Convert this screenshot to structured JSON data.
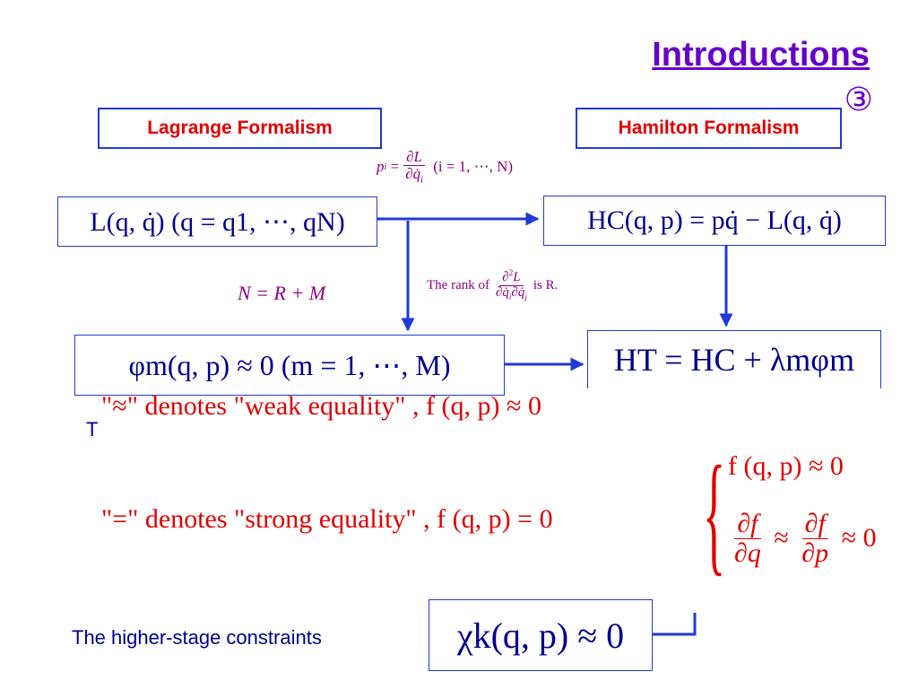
{
  "header": {
    "title": "Introductions",
    "number": "③"
  },
  "boxes": {
    "lagrange_label": "Lagrange Formalism",
    "hamilton_label": "Hamilton Formalism"
  },
  "math": {
    "momentum_lhs": "p",
    "momentum_range": "(i = 1, ⋯, N)",
    "lagrangian": "L(q, q̇) (q = q1, ⋯, qN)",
    "hamiltonian_c": "HC(q, p) = pq̇ − L(q, q̇)",
    "n_relation": "N = R + M",
    "rank_prefix": "The rank of",
    "rank_suffix": "is R.",
    "phi_constraint": "φm(q, p) ≈ 0 (m = 1, ⋯, M)",
    "hamiltonian_t": "HT = HC + λmφm",
    "weak_equality": "\"≈\" denotes \"weak equality\" , f (q, p) ≈ 0",
    "t_char": "T",
    "strong_equality": "\"=\" denotes \"strong equality\" , f (q, p) = 0",
    "strong_case1": "f (q, p) ≈ 0",
    "strong_case2": "∂f/∂q ≈ ∂f/∂p ≈ 0",
    "higher_label": "The higher-stage constraints",
    "chi_constraint": "χk(q, p) ≈ 0"
  },
  "colors": {
    "title": "#6600cc",
    "label_text": "#e00000",
    "box_border": "#1f3ad6",
    "eq_text": "#00008b",
    "arrow": "#1f3ad6",
    "purple": "#8b0080"
  }
}
